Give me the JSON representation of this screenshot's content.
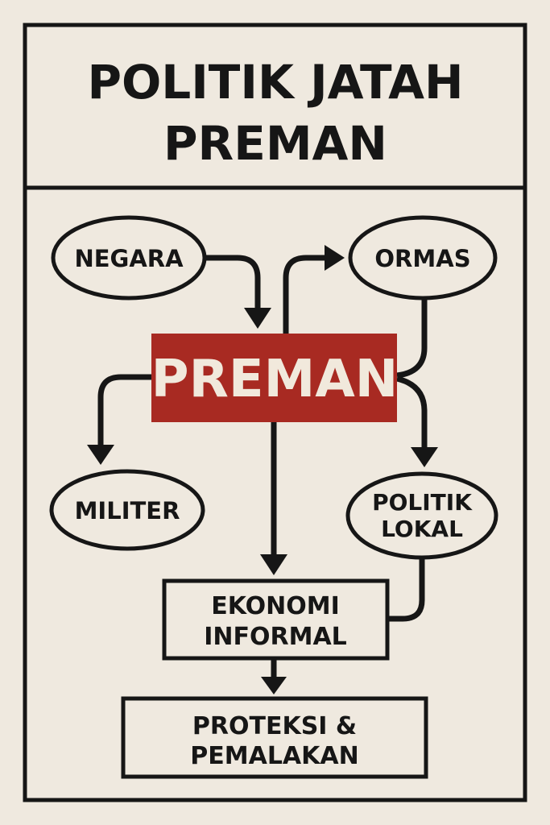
{
  "title": {
    "line1": "POLITIK JATAH",
    "line2": "PREMAN"
  },
  "nodes": {
    "center": "PREMAN",
    "negara": "NEGARA",
    "ormas": "ORMAS",
    "militer": "MILITER",
    "politik_lokal": {
      "line1": "POLITIK",
      "line2": "LOKAL"
    },
    "ekonomi_informal": {
      "line1": "EKONOMI",
      "line2": "INFORMAL"
    },
    "proteksi": {
      "line1": "PROTEKSI &",
      "line2": "PEMALAKAN"
    }
  },
  "colors": {
    "background": "#efe9df",
    "accent": "#a82a22",
    "ink": "#161616",
    "center_text": "#f1e9dc"
  }
}
